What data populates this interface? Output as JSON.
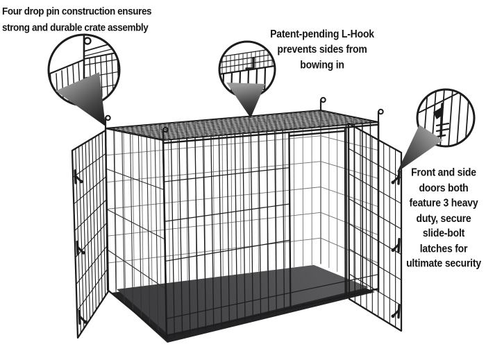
{
  "image": {
    "description": "Annotated product photo of a double-door folding wire dog crate with a removable leak-proof pan, three magnifier callouts highlighting features",
    "background": "#ffffff"
  },
  "callouts": {
    "drop_pin": {
      "text": "Four drop pin construction ensures\nstrong and durable crate assembly"
    },
    "l_hook": {
      "text": "Patent-pending L-Hook\nprevents sides from\nbowing in"
    },
    "latches": {
      "text": "Front and side\ndoors both\nfeature 3 heavy\nduty, secure\nslide-bolt\nlatches for\nultimate security"
    }
  },
  "colors": {
    "background": "#ffffff",
    "text": "#141414",
    "wire": "#1d1d1d",
    "wire_interior": "#707070",
    "pan_dark": "#232325",
    "pan_front": "#3e3e40",
    "pan_back": "#58585b",
    "callout_stroke": "#1c1c1c",
    "cone_light": "#9a9a9a",
    "cone_dark": "#1a1a1a"
  }
}
